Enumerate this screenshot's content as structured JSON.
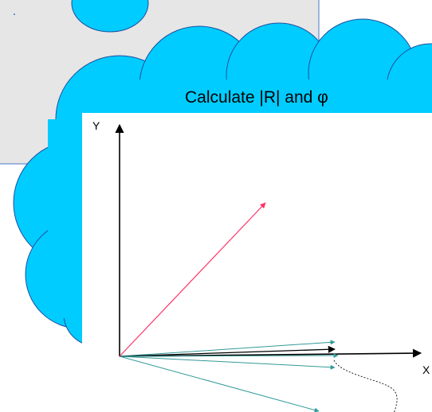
{
  "cloud_text": "Calculate |R| and φ",
  "axes": {
    "x_label": "X",
    "y_label": "Y"
  },
  "colors": {
    "cloud_fill": "#00CCFF",
    "cloud_stroke": "#1F4FA0",
    "panel_fill": "#E6E6E6",
    "panel_stroke": "#4A7AC9",
    "resultant_vector": "#FF3366",
    "component_vectors": "#339999",
    "axis": "#000000"
  }
}
